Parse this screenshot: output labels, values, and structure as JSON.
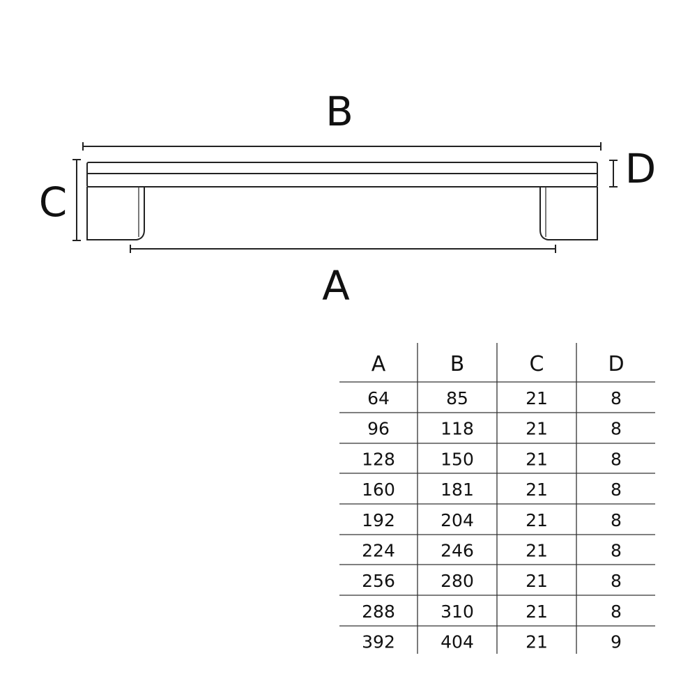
{
  "diagram": {
    "labels": {
      "A": "A",
      "B": "B",
      "C": "C",
      "D": "D"
    }
  },
  "table": {
    "headers": [
      "A",
      "B",
      "C",
      "D"
    ],
    "rows": [
      [
        "64",
        "85",
        "21",
        "8"
      ],
      [
        "96",
        "118",
        "21",
        "8"
      ],
      [
        "128",
        "150",
        "21",
        "8"
      ],
      [
        "160",
        "181",
        "21",
        "8"
      ],
      [
        "192",
        "204",
        "21",
        "8"
      ],
      [
        "224",
        "246",
        "21",
        "8"
      ],
      [
        "256",
        "280",
        "21",
        "8"
      ],
      [
        "288",
        "310",
        "21",
        "8"
      ],
      [
        "392",
        "404",
        "21",
        "9"
      ]
    ]
  }
}
